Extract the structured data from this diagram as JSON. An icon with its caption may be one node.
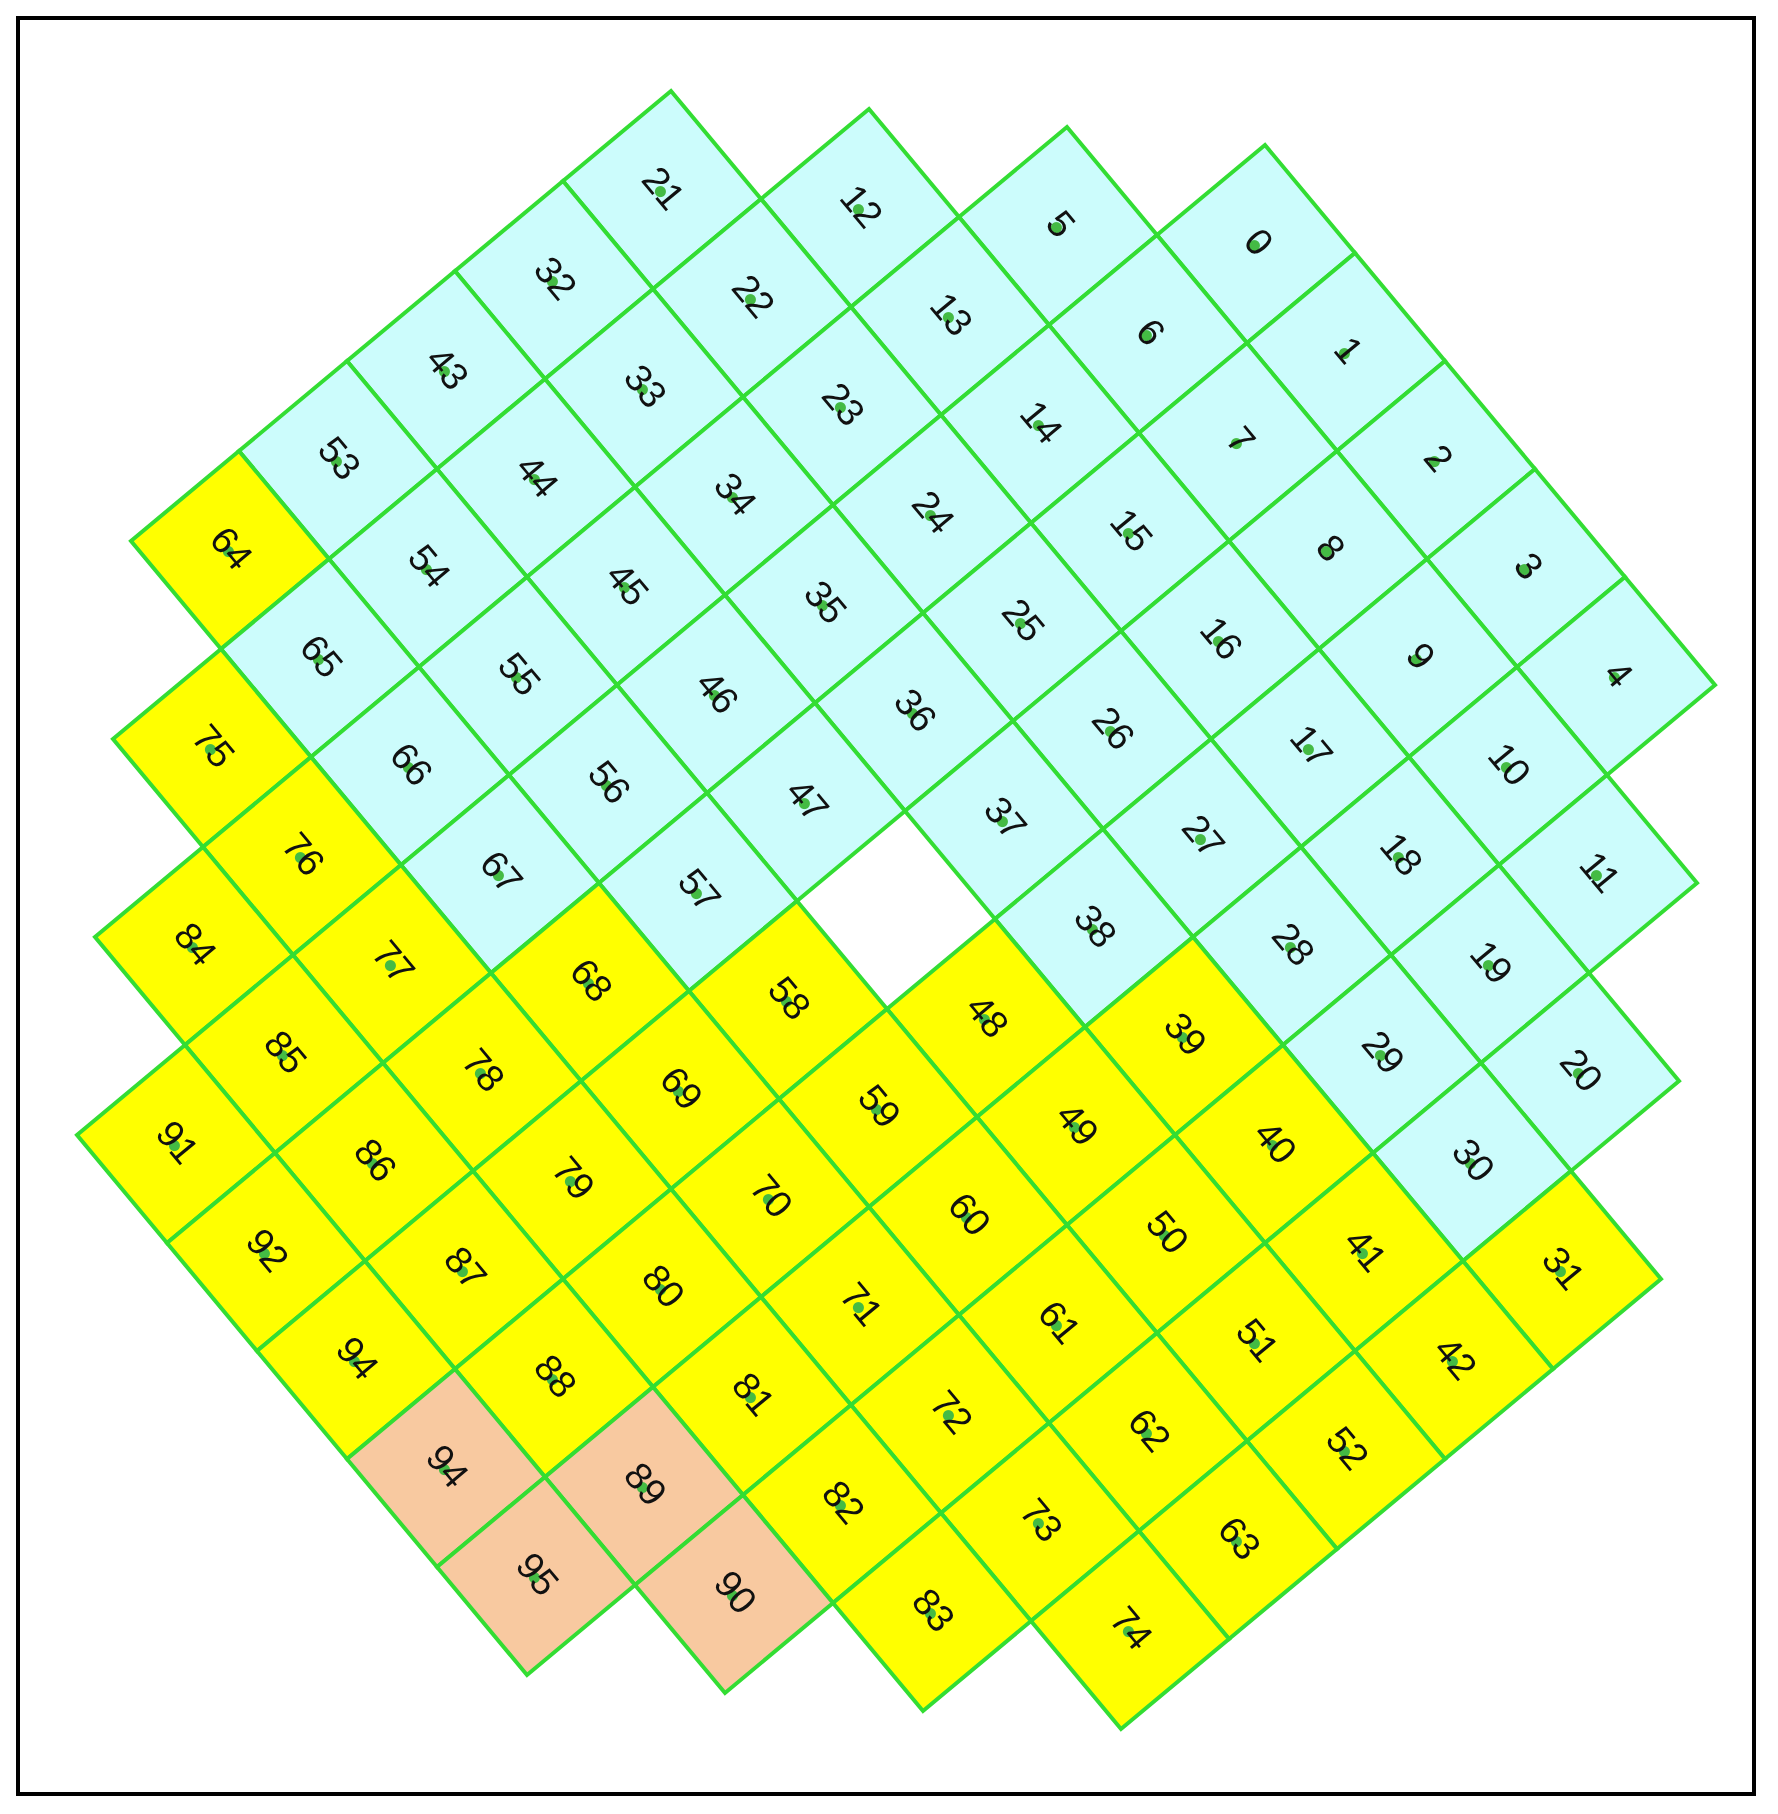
{
  "diagram": {
    "nodes": [
      {
        "text": [
          "0"
        ]
      },
      {
        "text": [
          "1"
        ]
      },
      {
        "text": [
          "2"
        ]
      },
      {
        "text": [
          "3"
        ]
      },
      {
        "text": [
          "4"
        ]
      },
      {
        "text": [
          "5"
        ]
      },
      {
        "text": [
          "6"
        ]
      },
      {
        "text": [
          "7"
        ]
      },
      {
        "text": [
          "8"
        ]
      },
      {
        "text": [
          "9"
        ]
      },
      {
        "text": [
          "10"
        ]
      },
      {
        "text": [
          "11"
        ]
      },
      {
        "text": [
          "12"
        ]
      },
      {
        "text": [
          "13"
        ]
      },
      {
        "text": [
          "14"
        ]
      },
      {
        "text": [
          "15"
        ]
      },
      {
        "text": [
          "16"
        ]
      },
      {
        "text": [
          "17"
        ]
      },
      {
        "text": [
          "18"
        ]
      },
      {
        "text": [
          "19"
        ]
      },
      {
        "text": [
          "20"
        ]
      },
      {
        "text": [
          "21"
        ]
      },
      {
        "text": [
          "22"
        ]
      },
      {
        "text": [
          "23"
        ]
      },
      {
        "text": [
          "24"
        ]
      },
      {
        "text": [
          "25"
        ]
      },
      {
        "text": [
          "26"
        ]
      },
      {
        "text": [
          "27"
        ]
      },
      {
        "text": [
          "28"
        ]
      },
      {
        "text": [
          "29"
        ]
      },
      {
        "text": [
          "30"
        ]
      },
      {
        "text": [
          "31"
        ]
      },
      {
        "text": [
          "32"
        ]
      },
      {
        "text": [
          "33"
        ]
      },
      {
        "text": [
          "34"
        ]
      },
      {
        "text": [
          "35"
        ]
      },
      {
        "text": [
          "36"
        ]
      },
      {
        "text": [
          "37"
        ]
      },
      {
        "text": [
          "38"
        ]
      },
      {
        "text": [
          "39"
        ]
      },
      {
        "text": [
          "40"
        ]
      },
      {
        "text": [
          "41"
        ]
      },
      {
        "text": [
          "42"
        ]
      },
      {
        "text": [
          "43"
        ]
      },
      {
        "text": [
          "44"
        ]
      },
      {
        "text": [
          "45"
        ]
      },
      {
        "text": [
          "46"
        ]
      },
      {
        "text": [
          "47"
        ]
      },
      {
        "text": [
          "48"
        ]
      },
      {
        "text": [
          "49"
        ]
      },
      {
        "text": [
          "50"
        ]
      },
      {
        "text": [
          "51"
        ]
      },
      {
        "text": [
          "52"
        ]
      },
      {
        "text": [
          "53"
        ]
      },
      {
        "text": [
          "54"
        ]
      },
      {
        "text": [
          "55"
        ]
      },
      {
        "text": [
          "56"
        ]
      },
      {
        "text": [
          "57"
        ]
      },
      {
        "text": [
          "58"
        ]
      },
      {
        "text": [
          "59"
        ]
      },
      {
        "text": [
          "60"
        ]
      },
      {
        "text": [
          "61"
        ]
      },
      {
        "text": [
          "62"
        ]
      },
      {
        "text": [
          "63"
        ]
      },
      {
        "text": [
          "64"
        ]
      },
      {
        "text": [
          "65"
        ]
      },
      {
        "text": [
          "66"
        ]
      },
      {
        "text": [
          "67"
        ]
      },
      {
        "text": [
          "68"
        ]
      },
      {
        "text": [
          "69"
        ]
      },
      {
        "text": [
          "70"
        ]
      },
      {
        "text": [
          "71"
        ]
      },
      {
        "text": [
          "72"
        ]
      },
      {
        "text": [
          "73"
        ]
      },
      {
        "text": [
          "74"
        ]
      },
      {
        "text": [
          "75"
        ]
      },
      {
        "text": [
          "76"
        ]
      },
      {
        "text": [
          "77"
        ]
      },
      {
        "text": [
          "78"
        ]
      },
      {
        "text": [
          "79"
        ]
      },
      {
        "text": [
          "80"
        ]
      },
      {
        "text": [
          "81"
        ]
      },
      {
        "text": [
          "82"
        ]
      },
      {
        "text": [
          "83"
        ]
      },
      {
        "text": [
          "84"
        ]
      },
      {
        "text": [
          "85"
        ]
      },
      {
        "text": [
          "86"
        ]
      },
      {
        "text": [
          "87"
        ]
      },
      {
        "text": [
          "88"
        ]
      },
      {
        "text": [
          "89"
        ]
      },
      {
        "text": [
          "90"
        ]
      },
      {
        "text": [
          "91"
        ]
      },
      {
        "text": [
          "92"
        ]
      },
      {
        "text": [
          "94"
        ]
      },
      {
        "text": [
          "94"
        ]
      },
      {
        "text": [
          "95"
        ]
      }
    ]
  }
}
